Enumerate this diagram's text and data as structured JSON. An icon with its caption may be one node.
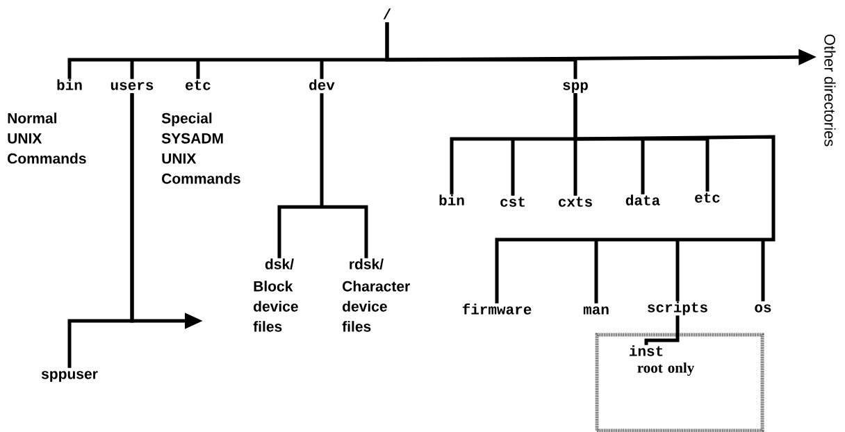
{
  "diagram": {
    "nodes": [
      {
        "text": [
          "/"
        ]
      },
      {
        "text": [
          "bin"
        ],
        "beside": [
          "Normal UNIX Commands"
        ]
      },
      {
        "text": [
          "users"
        ]
      },
      {
        "text": [
          "etc"
        ],
        "beside": [
          "Special SYSADM UNIX Commands"
        ]
      },
      {
        "text": [
          "dev"
        ]
      },
      {
        "text": [
          "spp"
        ]
      },
      {
        "text": [
          "Other directories"
        ]
      },
      {
        "text": [
          "sppuser"
        ]
      },
      {
        "text": [
          "dsk/"
        ],
        "beside": [
          "Block device files"
        ]
      },
      {
        "text": [
          "rdsk/"
        ],
        "beside": [
          "Character device files"
        ]
      },
      {
        "text": [
          "bin"
        ]
      },
      {
        "text": [
          "cst"
        ]
      },
      {
        "text": [
          "cxts"
        ]
      },
      {
        "text": [
          "data"
        ]
      },
      {
        "text": [
          "etc"
        ]
      },
      {
        "text": [
          "firmware"
        ]
      },
      {
        "text": [
          "man"
        ]
      },
      {
        "text": [
          "scripts"
        ]
      },
      {
        "text": [
          "os"
        ]
      },
      {
        "text": [],
        "shape": "box"
      },
      {
        "text": [
          "inst"
        ],
        "beside": [
          "root only"
        ],
        "in": 19
      }
    ],
    "edges": [
      {
        "from": 0,
        "to": 6,
        "arrow": "to"
      },
      {
        "from": 0,
        "to": 1,
        "arrow": "none"
      },
      {
        "from": 0,
        "to": 2,
        "arrow": "none"
      },
      {
        "from": 0,
        "to": 3,
        "arrow": "none"
      },
      {
        "from": 0,
        "to": 4,
        "arrow": "none"
      },
      {
        "from": 0,
        "to": 5,
        "arrow": "none"
      },
      {
        "from": 2,
        "to": 7,
        "arrow": "none"
      },
      {
        "from": 2,
        "to": null,
        "arrow": "to"
      },
      {
        "from": 4,
        "to": 8,
        "arrow": "none"
      },
      {
        "from": 4,
        "to": 9,
        "arrow": "none"
      },
      {
        "from": 5,
        "to": 10,
        "arrow": "none"
      },
      {
        "from": 5,
        "to": 11,
        "arrow": "none"
      },
      {
        "from": 5,
        "to": 12,
        "arrow": "none"
      },
      {
        "from": 5,
        "to": 13,
        "arrow": "none"
      },
      {
        "from": 5,
        "to": 14,
        "arrow": "none"
      },
      {
        "from": 5,
        "to": 15,
        "arrow": "none"
      },
      {
        "from": 5,
        "to": 16,
        "arrow": "none"
      },
      {
        "from": 5,
        "to": 17,
        "arrow": "none"
      },
      {
        "from": 5,
        "to": 18,
        "arrow": "none"
      },
      {
        "from": 17,
        "to": 20,
        "arrow": "none"
      }
    ]
  }
}
